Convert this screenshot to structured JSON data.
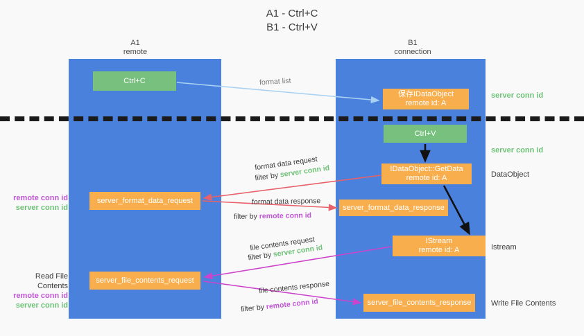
{
  "title": {
    "line1": "A1 - Ctrl+C",
    "line2": "B1 - Ctrl+V"
  },
  "columns": {
    "a1": {
      "name": "A1",
      "sub": "remote"
    },
    "b1": {
      "name": "B1",
      "sub": "connection"
    }
  },
  "boxes": {
    "ctrl_c": {
      "label": "Ctrl+C",
      "color": "#78c07e"
    },
    "idataobject": {
      "line1": "保存IDataObject",
      "line2": "remote id: A",
      "color": "#f9ae4d"
    },
    "ctrl_v": {
      "label": "Ctrl+V",
      "color": "#78c07e"
    },
    "getdata": {
      "line1": "IDataObject::GetData",
      "line2": "remote id: A",
      "color": "#f9ae4d"
    },
    "format_data_request": {
      "label": "server_format_data_request",
      "color": "#f9ae4d"
    },
    "format_data_response": {
      "label": "server_format_data_response",
      "color": "#f9ae4d"
    },
    "istream": {
      "line1": "IStream",
      "line2": "remote id: A",
      "color": "#f9ae4d"
    },
    "file_contents_request": {
      "label": "server_file_contents_request",
      "color": "#f9ae4d"
    },
    "file_contents_response": {
      "label": "server_file_contents_response",
      "color": "#f9ae4d"
    }
  },
  "arrow_labels": {
    "format_list": "format list",
    "format_data_request": "format data request",
    "format_data_request_filter_prefix": "filter by ",
    "format_data_request_filter_value": "server conn id",
    "format_data_response": "format data response",
    "format_data_response_filter_prefix": "filter by ",
    "format_data_response_filter_value": "remote conn id",
    "file_contents_request": "file contents request",
    "file_contents_request_filter_prefix": "filter by ",
    "file_contents_request_filter_value": "server conn id",
    "file_contents_response": "file contents response",
    "file_contents_response_filter_prefix": "filter by ",
    "file_contents_response_filter_value": "remote conn id"
  },
  "side_labels": {
    "server_conn_id_top": "server conn id",
    "server_conn_id_mid": "server conn id",
    "dataobject": "DataObject",
    "istream": "Istream",
    "write_file_contents": "Write File Contents",
    "left_remote_conn_id_1": "remote conn id",
    "left_server_conn_id_1": "server conn id",
    "read_file_contents": "Read File Contents",
    "left_remote_conn_id_2": "remote conn id",
    "left_server_conn_id_2": "server conn id"
  },
  "colors": {
    "lane": "#4a81dd",
    "green": "#78c07e",
    "orange": "#f9ae4d",
    "green_text": "#6ec177",
    "purple_text": "#c155d6",
    "arrow_red": "#e8616b",
    "arrow_magenta": "#cc44cc",
    "arrow_lightblue": "#a9d1f2",
    "arrow_black": "#111111"
  }
}
